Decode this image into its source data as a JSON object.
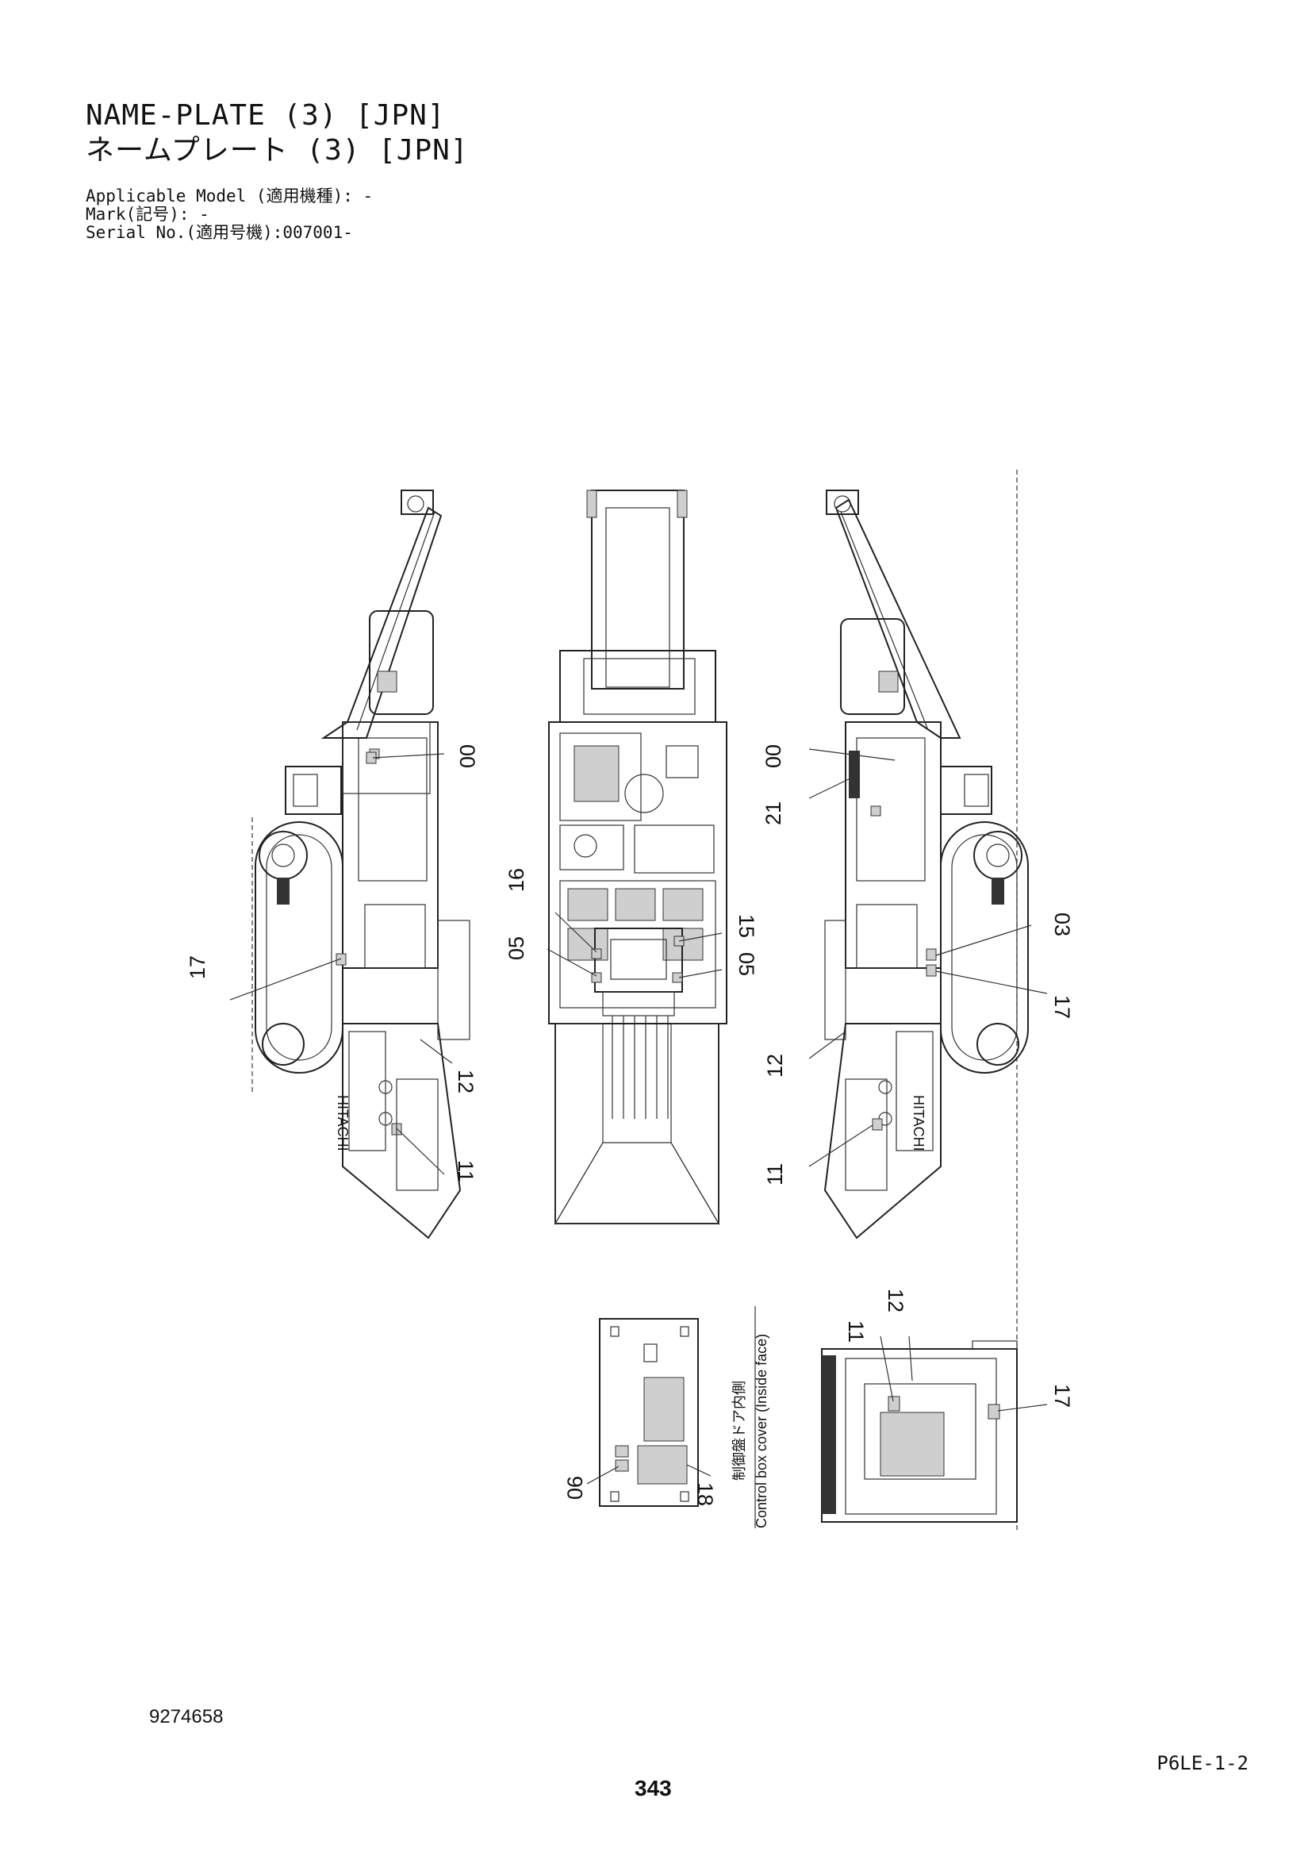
{
  "header": {
    "title_en": "NAME-PLATE (3) [JPN]",
    "title_jp": "ネームプレート (3) [JPN]",
    "applicable_model": "Applicable Model (適用機種): -",
    "mark": "Mark(記号): -",
    "serial_no": "Serial No.(適用号機):007001-"
  },
  "callouts": {
    "left_view": [
      "00",
      "17",
      "12",
      "11"
    ],
    "top_view": [
      "16",
      "05",
      "15",
      "05"
    ],
    "right_view": [
      "00",
      "21",
      "03",
      "17",
      "12",
      "11"
    ],
    "control_box": [
      "06",
      "18"
    ],
    "rear_view": [
      "11",
      "12",
      "17"
    ]
  },
  "labels": {
    "control_box_jp": "制御盤ドア内側",
    "control_box_en": "Control box cover (Inside face)",
    "brand": "HITACHI"
  },
  "footer": {
    "doc_number": "9274658",
    "code": "P6LE-1-2",
    "page": "343"
  }
}
